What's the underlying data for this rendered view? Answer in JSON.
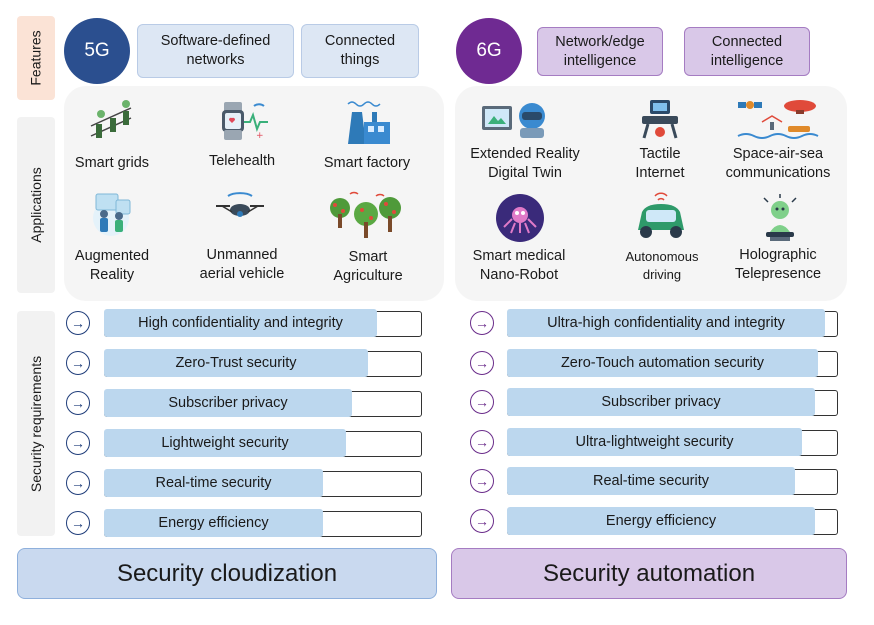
{
  "side_labels": {
    "features": "Features",
    "applications": "Applications",
    "security": "Security requirements"
  },
  "g5": {
    "badge": "5G",
    "badge_color": "#2b4f8f",
    "features": [
      "Software-defined networks",
      "Connected things"
    ],
    "applications": [
      {
        "label": "Smart grids",
        "icon": "smart-grid-icon"
      },
      {
        "label": "Telehealth",
        "icon": "telehealth-icon"
      },
      {
        "label": "Smart factory",
        "icon": "factory-icon"
      },
      {
        "label": "Augmented Reality",
        "icon": "augmented-reality-icon"
      },
      {
        "label": "Unmanned aerial vehicle",
        "icon": "drone-icon"
      },
      {
        "label": "Smart Agriculture",
        "icon": "agriculture-icon"
      }
    ],
    "requirements": [
      {
        "label": "High confidentiality and integrity",
        "level": 0.86
      },
      {
        "label": "Zero-Trust security",
        "level": 0.83
      },
      {
        "label": "Subscriber privacy",
        "level": 0.78
      },
      {
        "label": "Lightweight security",
        "level": 0.76
      },
      {
        "label": "Real-time security",
        "level": 0.69
      },
      {
        "label": "Energy efficiency",
        "level": 0.69
      }
    ],
    "bottom": "Security cloudization"
  },
  "g6": {
    "badge": "6G",
    "badge_color": "#6f2a92",
    "features": [
      "Network/edge intelligence",
      "Connected intelligence"
    ],
    "applications": [
      {
        "label": "Extended Reality Digital Twin",
        "icon": "extended-reality-icon"
      },
      {
        "label": "Tactile Internet",
        "icon": "tactile-internet-icon"
      },
      {
        "label": "Space-air-sea communications",
        "icon": "satellite-icon"
      },
      {
        "label": "Smart medical Nano-Robot",
        "icon": "nano-robot-icon"
      },
      {
        "label": "Autonomous driving",
        "icon": "autonomous-car-icon"
      },
      {
        "label": "Holographic Telepresence",
        "icon": "hologram-icon"
      }
    ],
    "requirements": [
      {
        "label": "Ultra-high confidentiality and integrity",
        "level": 0.96
      },
      {
        "label": "Zero-Touch automation security",
        "level": 0.94
      },
      {
        "label": "Subscriber privacy",
        "level": 0.93
      },
      {
        "label": "Ultra-lightweight security",
        "level": 0.89
      },
      {
        "label": "Real-time security",
        "level": 0.87
      },
      {
        "label": "Energy efficiency",
        "level": 0.93
      }
    ],
    "bottom": "Security automation"
  },
  "colors": {
    "req_fill": "#bcd7ee",
    "bottom_5g": "#c9d9ef",
    "bottom_6g": "#d9c8e8"
  }
}
